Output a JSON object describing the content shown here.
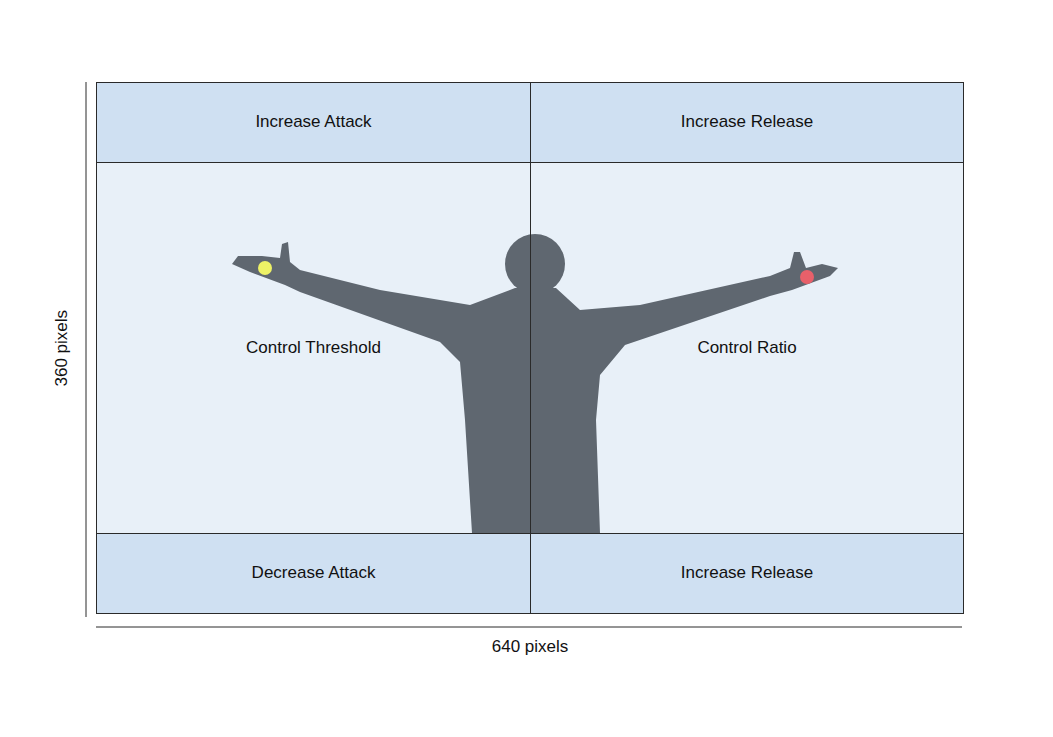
{
  "diagram": {
    "nodes": [
      {
        "text": [
          "Increase Attack"
        ]
      },
      {
        "text": [
          "Increase Release"
        ]
      },
      {
        "text": [
          "Control Threshold"
        ]
      },
      {
        "text": [
          "Control Ratio"
        ]
      },
      {
        "text": [
          "Decrease Attack"
        ]
      },
      {
        "text": [
          "Increase Release"
        ]
      }
    ],
    "labels": [
      "360 pixels",
      "640 pixels"
    ]
  }
}
